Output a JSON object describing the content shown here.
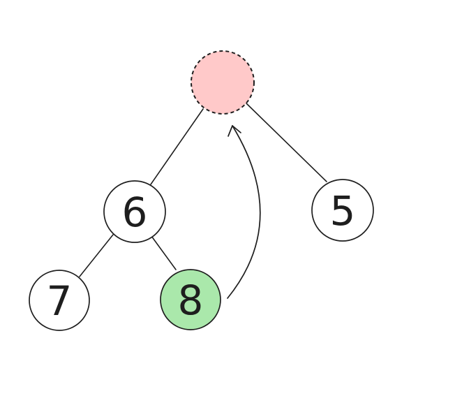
{
  "canvas": {
    "background": "#ffffff",
    "stroke_color": "#1e1e1e",
    "text_color": "#1e1e1e"
  },
  "tree": {
    "nodes": [
      {
        "id": "root",
        "label": "",
        "fill": "#ffc9c9",
        "border": "dashed",
        "role": "empty-root-placeholder"
      },
      {
        "id": "6",
        "label": "6",
        "fill": "#ffffff",
        "border": "solid"
      },
      {
        "id": "5",
        "label": "5",
        "fill": "#ffffff",
        "border": "solid"
      },
      {
        "id": "7",
        "label": "7",
        "fill": "#ffffff",
        "border": "solid"
      },
      {
        "id": "8",
        "label": "8",
        "fill": "#aae8ab",
        "border": "solid"
      }
    ],
    "edges": [
      {
        "from": "root",
        "to": "6"
      },
      {
        "from": "root",
        "to": "5"
      },
      {
        "from": "6",
        "to": "7"
      },
      {
        "from": "6",
        "to": "8"
      }
    ],
    "arrow": {
      "from": "8",
      "to": "root",
      "style": "curved",
      "direction": "up"
    }
  }
}
